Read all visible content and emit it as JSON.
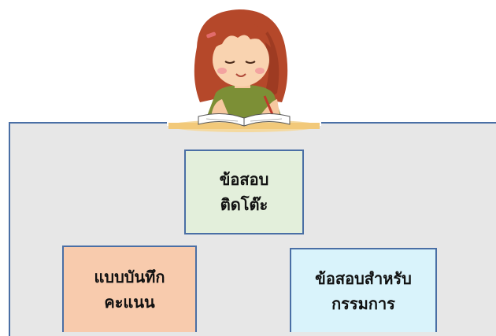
{
  "diagram": {
    "boxes": [
      {
        "id": "exam-desk",
        "lines": [
          "ข้อสอบ",
          "ติดโต๊ะ"
        ],
        "fill": "#e3efdb"
      },
      {
        "id": "score-form",
        "lines": [
          "แบบบันทึก",
          "คะแนน"
        ],
        "fill": "#f8cbad"
      },
      {
        "id": "committee",
        "lines": [
          "ข้อสอบสำหรับ",
          "กรรมการ"
        ],
        "fill": "#d9f3fb"
      }
    ],
    "border_color": "#4a6fa5",
    "panel_fill": "#e7e7e7"
  },
  "illustration": {
    "icon": "girl-reading-book-icon"
  }
}
